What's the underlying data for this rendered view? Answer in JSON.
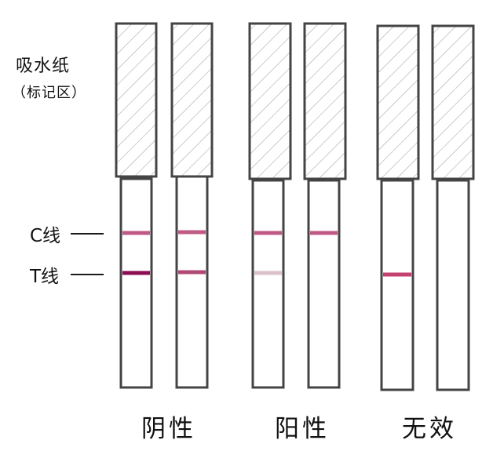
{
  "labels": {
    "absorbent_paper": "吸水纸",
    "mark_area": "（标记区）",
    "c_line": "C线",
    "t_line": "T线"
  },
  "groups": [
    {
      "label": "阴性",
      "strips": [
        {
          "c_line": true,
          "t_line": true,
          "t_color": "#8b0e50"
        },
        {
          "c_line": true,
          "t_line": true,
          "t_color": "#b04874"
        }
      ]
    },
    {
      "label": "阳性",
      "strips": [
        {
          "c_line": true,
          "t_line": true,
          "t_color": "#dcc0cb"
        },
        {
          "c_line": true,
          "t_line": false
        }
      ]
    },
    {
      "label": "无效",
      "strips": [
        {
          "c_line": false,
          "t_line": true,
          "t_color": "#c4416f"
        },
        {
          "c_line": false,
          "t_line": false
        }
      ]
    }
  ],
  "colors": {
    "c_line": "#c05a84",
    "outline": "#444444",
    "hatch": "#999999"
  }
}
